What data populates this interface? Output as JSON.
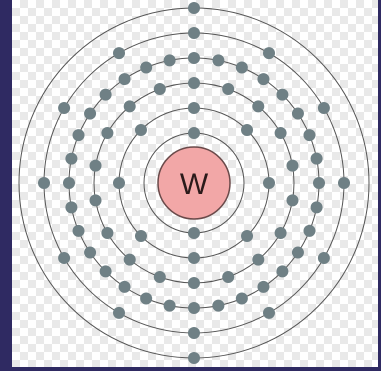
{
  "atom": {
    "symbol": "W",
    "shells": [
      2,
      8,
      18,
      32,
      12,
      2
    ]
  },
  "colors": {
    "page_frame": "#2f2a62",
    "orbit_stroke": "#555555",
    "electron_fill": "#6f8085",
    "nucleus_fill": "#f2a7a7",
    "nucleus_stroke": "#6a4a4a"
  }
}
